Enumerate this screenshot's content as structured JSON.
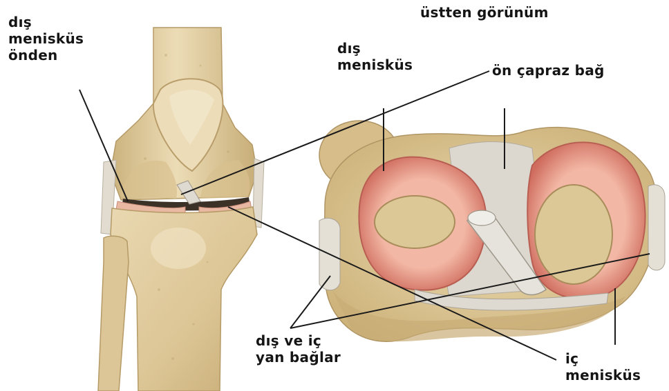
{
  "labels": {
    "dis_menisku_onden": [
      "dış",
      "menisküs",
      "önden"
    ],
    "ustten_gorunum": "üstten görünüm",
    "dis_menisku": [
      "dış",
      "menisküs"
    ],
    "on_capraz_bag": "ön çapraz bağ",
    "dis_ve_ic_yan_baglar": [
      "dış ve iç",
      "yan bağlar"
    ],
    "ic_menisku": [
      "iç",
      "menisküs"
    ]
  },
  "colors": {
    "bone": "#e7d5ad",
    "bone_shadow": "#c9b17e",
    "cartilage": "#f0e3c4",
    "meniscus": "#d9776a",
    "meniscus_light": "#f2b2a2",
    "ligament": "#d6d4ce",
    "leader_line": "#1a1a1a"
  }
}
